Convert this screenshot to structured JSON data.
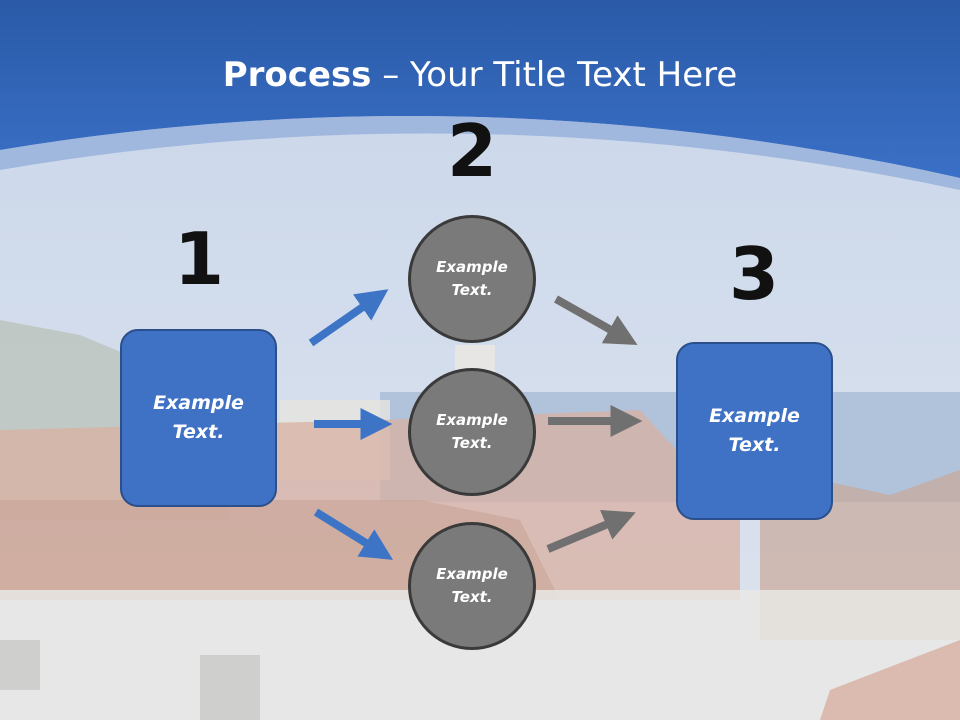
{
  "slide": {
    "title_bold": "Process",
    "title_rest": " – Your Title Text Here",
    "numbers": [
      "1",
      "2",
      "3"
    ]
  },
  "nodes": {
    "left_box": {
      "line1": "Example",
      "line2": "Text."
    },
    "circle_top": {
      "line1": "Example",
      "line2": "Text."
    },
    "circle_middle": {
      "line1": "Example",
      "line2": "Text."
    },
    "circle_bottom": {
      "line1": "Example",
      "line2": "Text."
    },
    "right_box": {
      "line1": "Example",
      "line2": "Text."
    }
  },
  "colors": {
    "header_blue": "#2e62b8",
    "box_blue": "#3f72c4",
    "circle_gray": "#7a7a7a",
    "arrow_blue": "#3d74c6",
    "arrow_gray": "#707070"
  }
}
